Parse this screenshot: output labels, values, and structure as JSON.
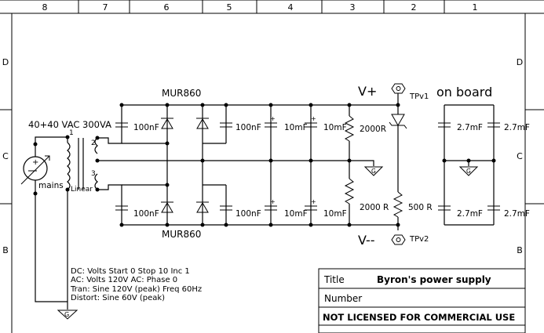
{
  "border": {
    "columns": [
      "8",
      "7",
      "6",
      "5",
      "4",
      "3",
      "2",
      "1"
    ],
    "rows_left": [
      "D",
      "C",
      "B"
    ],
    "rows_right": [
      "D",
      "C",
      "B"
    ]
  },
  "labels": {
    "source": "40+40 VAC 300VA",
    "mains": "mains",
    "linear": "Linear",
    "pin1": "1",
    "pin2": "2",
    "pin3": "3",
    "mur_top": "MUR860",
    "mur_bottom": "MUR860",
    "c_top_left": "100nF",
    "c_top_mid": "100nF",
    "c_top_e1": "10mF",
    "c_top_e2": "10mF",
    "c_bot_left": "100nF",
    "c_bot_mid": "100nF",
    "c_bot_e1": "10mF",
    "c_bot_e2": "10mF",
    "r_top": "2000R",
    "r_bot": "2000 R",
    "r_500": "500 R",
    "vplus": "V+",
    "vminus": "V--",
    "tpv1": "TPv1",
    "tpv2": "TPv2",
    "onboard": "on board",
    "c27_1": "2.7mF",
    "c27_2": "2.7mF",
    "c27_3": "2.7mF",
    "c27_4": "2.7mF",
    "gnd": "G"
  },
  "sim": {
    "dc": "DC: Volts  Start 0 Stop 10 Inc 1",
    "ac": "AC: Volts  120V  AC: Phase  0",
    "tran": "Tran: Sine  120V (peak)  Freq 60Hz",
    "distort": "Distort: Sine  60V (peak)"
  },
  "title_block": {
    "title_label": "Title",
    "title_value": "Byron's power supply",
    "number_label": "Number",
    "license": "NOT LICENSED FOR COMMERCIAL USE"
  }
}
